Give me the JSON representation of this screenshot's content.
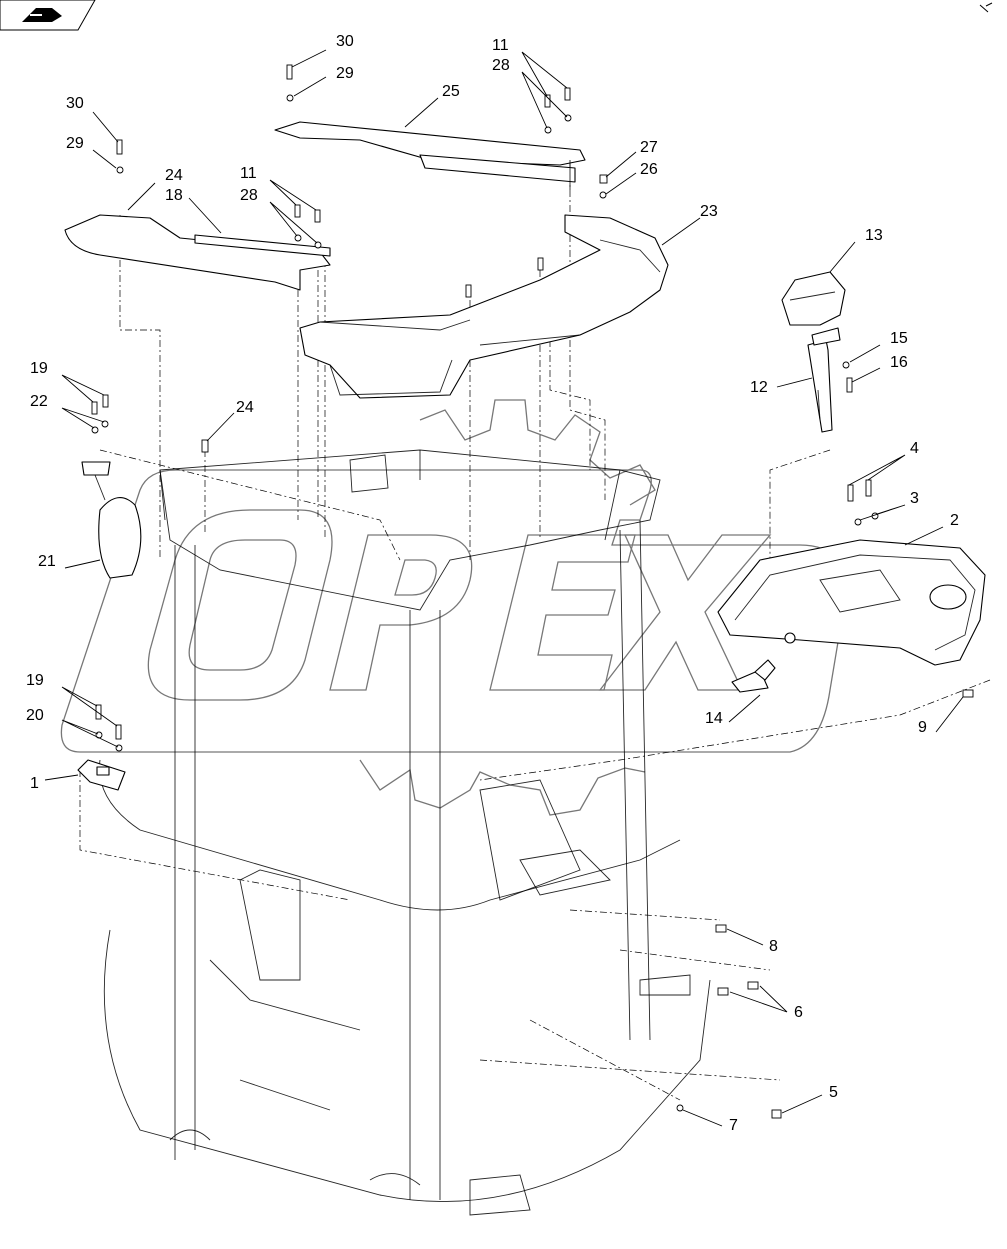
{
  "callouts": [
    {
      "id": "c30a",
      "text": "30"
    },
    {
      "id": "c29a",
      "text": "29"
    },
    {
      "id": "c30b",
      "text": "30"
    },
    {
      "id": "c29b",
      "text": "29"
    },
    {
      "id": "c25",
      "text": "25"
    },
    {
      "id": "c11a",
      "text": "11"
    },
    {
      "id": "c28a",
      "text": "28"
    },
    {
      "id": "c27",
      "text": "27"
    },
    {
      "id": "c26",
      "text": "26"
    },
    {
      "id": "c24a",
      "text": "24"
    },
    {
      "id": "c18",
      "text": "18"
    },
    {
      "id": "c11b",
      "text": "11"
    },
    {
      "id": "c28b",
      "text": "28"
    },
    {
      "id": "c23",
      "text": "23"
    },
    {
      "id": "c13",
      "text": "13"
    },
    {
      "id": "c15",
      "text": "15"
    },
    {
      "id": "c16",
      "text": "16"
    },
    {
      "id": "c12",
      "text": "12"
    },
    {
      "id": "c19a",
      "text": "19"
    },
    {
      "id": "c22",
      "text": "22"
    },
    {
      "id": "c24b",
      "text": "24"
    },
    {
      "id": "c4",
      "text": "4"
    },
    {
      "id": "c3",
      "text": "3"
    },
    {
      "id": "c2",
      "text": "2"
    },
    {
      "id": "c21",
      "text": "21"
    },
    {
      "id": "c19b",
      "text": "19"
    },
    {
      "id": "c20",
      "text": "20"
    },
    {
      "id": "c14",
      "text": "14"
    },
    {
      "id": "c9",
      "text": "9"
    },
    {
      "id": "c1",
      "text": "1"
    },
    {
      "id": "c8",
      "text": "8"
    },
    {
      "id": "c6",
      "text": "6"
    },
    {
      "id": "c5",
      "text": "5"
    },
    {
      "id": "c7",
      "text": "7"
    }
  ]
}
